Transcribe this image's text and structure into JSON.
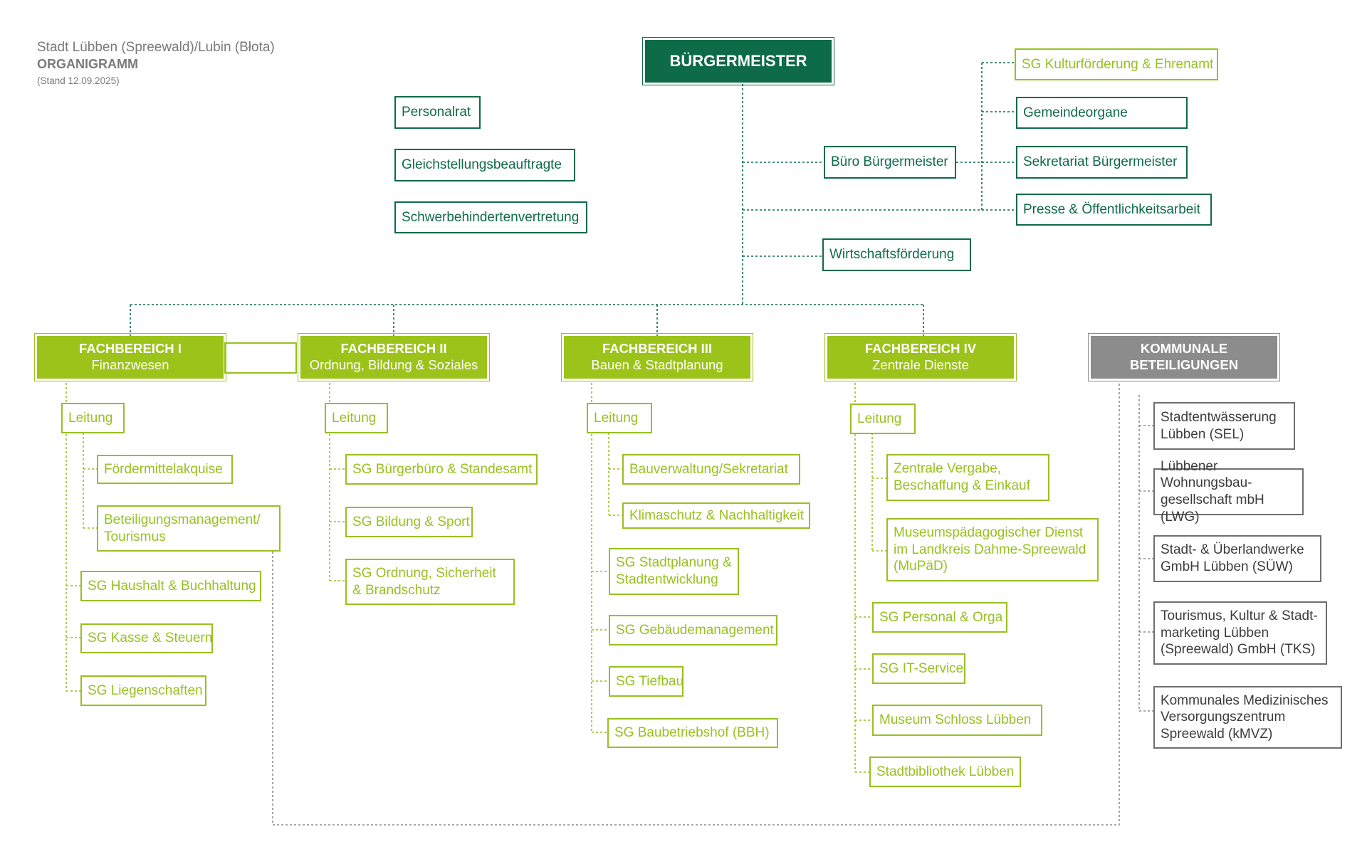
{
  "header": {
    "city": "Stadt Lübben (Spreewald)/Lubin (Błota)",
    "title": "ORGANIGRAMM",
    "date": "(Stand 12.09.2025)"
  },
  "colors": {
    "dark_green": "#0e6b47",
    "light_green": "#97c11f",
    "gray": "#8c8c8c"
  },
  "mayor": "BÜRGERMEISTER",
  "staff": {
    "personalrat": "Personalrat",
    "gleichstellung": "Gleichstellungsbeauftragte",
    "schwerbehinderten": "Schwerbehindertenvertretung",
    "buero": "Büro Bürgermeister",
    "wirtschaft": "Wirtschaftsförderung",
    "kultur": "SG Kulturförderung & Ehrenamt",
    "gemeindeorgane": "Gemeindeorgane",
    "sekretariat": "Sekretariat Bürgermeister",
    "presse": "Presse & Öffentlichkeitsarbeit"
  },
  "fb1": {
    "title": "FACHBEREICH I",
    "subtitle": "Finanzwesen",
    "leitung": "Leitung",
    "units": [
      "Fördermittelakquise",
      "Beteiligungsmanagement/ Tourismus",
      "SG Haushalt & Buchhaltung",
      "SG Kasse & Steuern",
      "SG Liegenschaften"
    ]
  },
  "fb2": {
    "title": "FACHBEREICH II",
    "subtitle": "Ordnung, Bildung & Soziales",
    "leitung": "Leitung",
    "units": [
      "SG Bürgerbüro & Standesamt",
      "SG Bildung & Sport",
      "SG Ordnung, Sicherheit & Brandschutz"
    ]
  },
  "fb3": {
    "title": "FACHBEREICH III",
    "subtitle": "Bauen & Stadtplanung",
    "leitung": "Leitung",
    "units": [
      "Bauverwaltung/Sekretariat",
      "Klimaschutz & Nachhaltigkeit",
      "SG Stadtplanung & Stadtentwicklung",
      "SG Gebäudemanagement",
      "SG Tiefbau",
      "SG Baubetriebshof (BBH)"
    ]
  },
  "fb4": {
    "title": "FACHBEREICH IV",
    "subtitle": "Zentrale Dienste",
    "leitung": "Leitung",
    "units": [
      "Zentrale Vergabe, Beschaffung & Einkauf",
      "Museumspädagogischer Dienst im Landkreis Dahme-Spreewald (MuPäD)",
      "SG Personal & Orga",
      "SG IT-Service",
      "Museum Schloss Lübben",
      "Stadtbibliothek Lübben"
    ]
  },
  "kb": {
    "title": "KOMMUNALE BETEILIGUNGEN",
    "units": [
      "Stadtentwässerung Lübben (SEL)",
      "Lübbener Wohnungsbau-gesellschaft mbH (LWG)",
      "Stadt- & Überlandwerke GmbH Lübben (SÜW)",
      "Tourismus, Kultur & Stadt-marketing Lübben (Spreewald) GmbH (TKS)",
      "Kommunales Medizinisches Versorgungszentrum Spreewald (kMVZ)"
    ]
  }
}
